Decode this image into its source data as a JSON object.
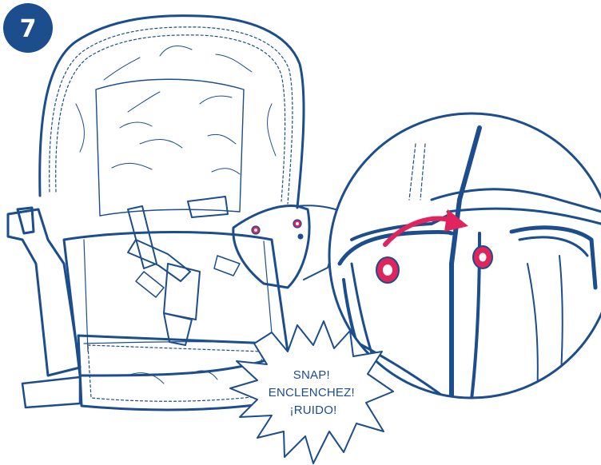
{
  "step": {
    "number": "7"
  },
  "callout": {
    "line1": "SNAP!",
    "line2": "ENCLENCHEZ!",
    "line3": "¡RUIDO!"
  },
  "colors": {
    "line": "#1c4d8c",
    "badge": "#1c4d8c",
    "accent": "#e0245e",
    "background": "#ffffff"
  },
  "icons": {
    "motion_arrow": "curved-arrow-icon",
    "snap_button": "snap-button-icon"
  }
}
